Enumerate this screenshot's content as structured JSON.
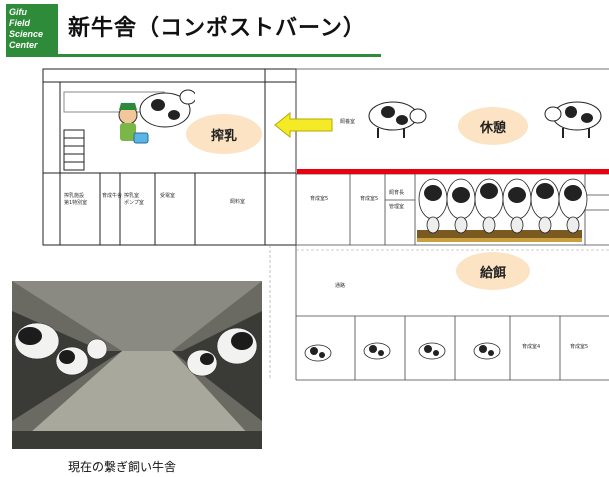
{
  "header": {
    "logo_lines": [
      "Gifu",
      "Field",
      "Science",
      "Center"
    ],
    "title": "新牛舎（コンポストバーン）"
  },
  "labels": {
    "milking": "搾乳",
    "rest": "休憩",
    "feeding": "給餌"
  },
  "rooms": {
    "r1": "搾乳施設",
    "r2": "第1特別室",
    "r3": "育成牛舎",
    "r4": "搾乳室",
    "r5": "ポンプ室",
    "r6": "受電室",
    "r7": "飼料室",
    "r8": "育成室5",
    "r9": "育成室5",
    "r10": "飼育長",
    "r11": "管理室",
    "r12": "通路",
    "r13": "育成室4",
    "r14": "育成室5",
    "r15": "飼養室"
  },
  "photo": {
    "caption": "現在の繋ぎ飼い牛舎"
  },
  "colors": {
    "accent_green": "#2e8b3a",
    "arrow_yellow": "#f4ea25",
    "red_bar": "#e60012",
    "bubble": "#fbe3c4"
  }
}
